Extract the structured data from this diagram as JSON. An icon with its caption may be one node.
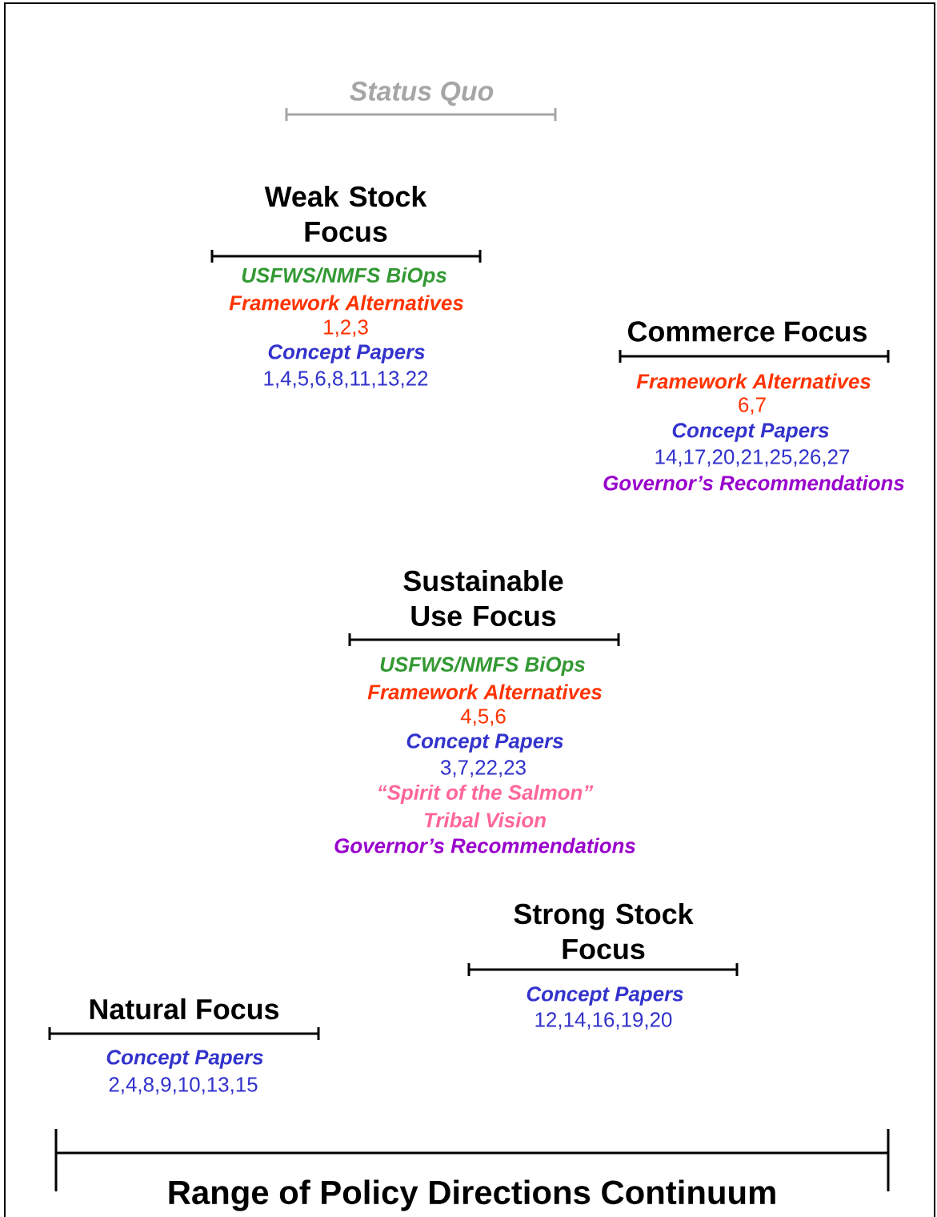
{
  "diagram": {
    "caption": "Range of Policy Directions Continuum",
    "labels": [
      "Status Quo",
      "Weak Stock Focus",
      "USFWS/NMFS BiOps",
      "Framework Alternatives",
      "1,2,3",
      "Concept Papers",
      "1,4,5,6,8,11,13,22",
      "Commerce Focus",
      "Framework Alternatives",
      "6,7",
      "Concept Papers",
      "14,17,20,21,25,26,27",
      "Governor’s Recommendations",
      "Sustainable Use Focus",
      "USFWS/NMFS BiOps",
      "Framework Alternatives",
      "4,5,6",
      "Concept Papers",
      "3,7,22,23",
      "“Spirit of the Salmon”",
      "Tribal Vision",
      "Governor’s Recommendations",
      "Strong Stock Focus",
      "Concept Papers",
      "12,14,16,19,20",
      "Natural Focus",
      "Concept Papers",
      "2,4,8,9,10,13,15"
    ]
  }
}
